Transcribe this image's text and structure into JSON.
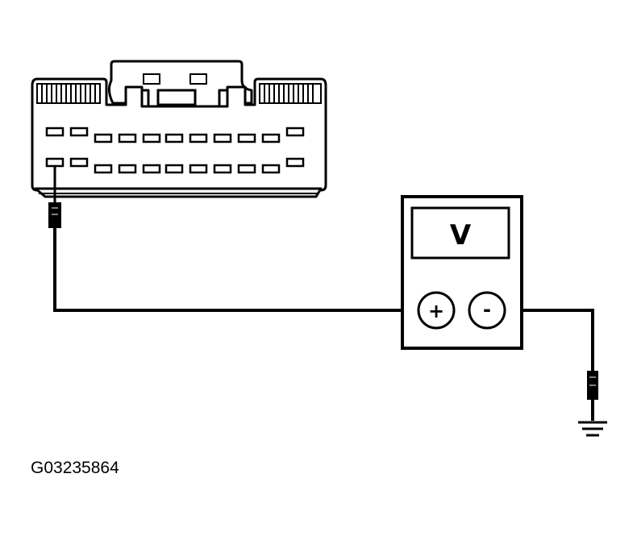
{
  "meter": {
    "display_text": "V",
    "positive_symbol": "+",
    "negative_symbol": "-"
  },
  "connector": {
    "rows": 2,
    "terminals_per_row": 11,
    "probed_terminal": "row 2, pin 1"
  },
  "figure": {
    "id": "G03235864"
  },
  "colors": {
    "line": "#000000",
    "background": "#ffffff"
  }
}
